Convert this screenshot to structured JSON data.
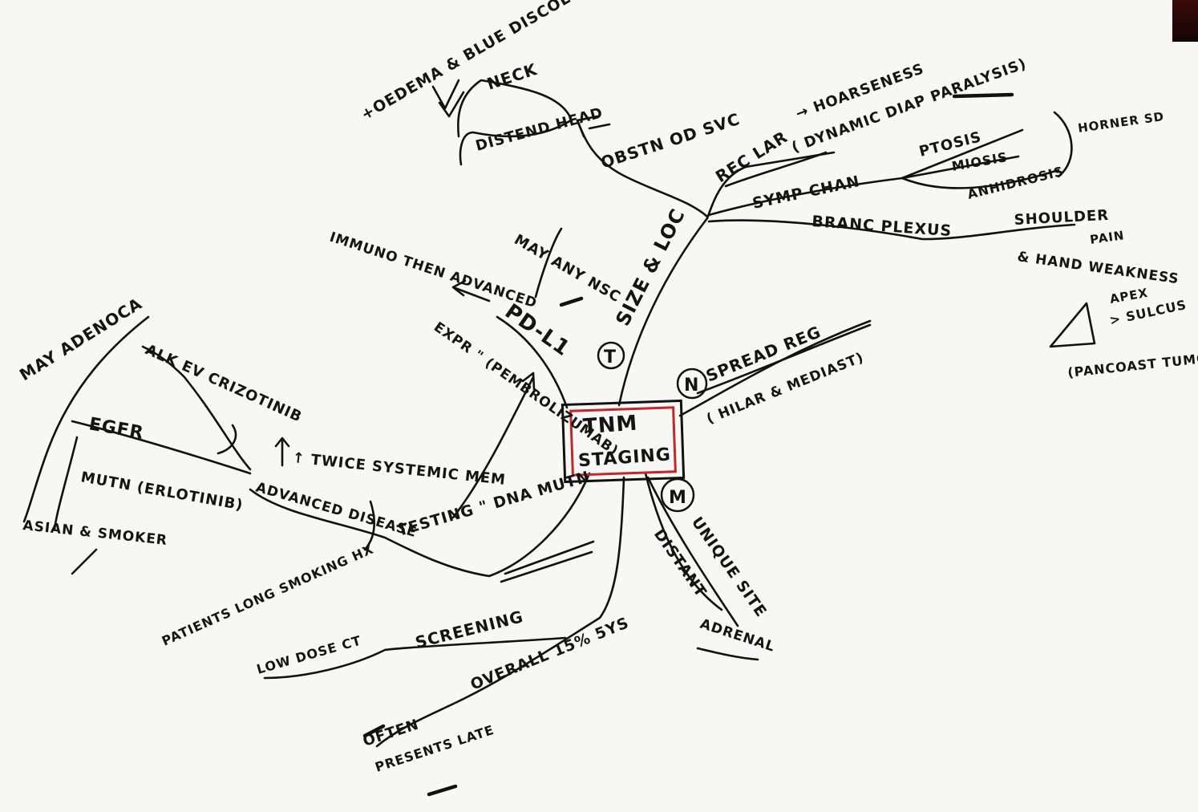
{
  "diagram": {
    "center": {
      "line1": "TNM",
      "line2": "STAGING"
    },
    "t_branch": {
      "marker": "T",
      "label": "SIZE & LOC",
      "svc": {
        "title": "OBSTN OD SVC",
        "distend": "DISTEND HEAD",
        "neck": "NECK",
        "oedema": "+OEDEMA & BLUE DISCOLORAN ARM/ FACE"
      },
      "rec_lar": {
        "title": "REC LAR",
        "arrow_text": "→ HOARSENESS",
        "paren": "( DYNAMIC DIAP PARALYSIS)"
      },
      "symp_chan": {
        "title": "SYMP CHAN",
        "ptosis": "PTOSIS",
        "miosis": "MIOSIS",
        "anhidrosis": "ANHIDROSIS",
        "horner": "HORNER SD"
      },
      "brach": {
        "title": "BRANC PLEXUS",
        "shoulder": "SHOULDER",
        "pain": "PAIN",
        "hand": "& HAND WEAKNESS",
        "apex": "APEX",
        "sulcus": "> SULCUS",
        "pancoast": "(PANCOAST TUMOR)"
      }
    },
    "n_branch": {
      "marker": "N",
      "label": "SPREAD REG",
      "sub": "( HILAR & MEDIAST)"
    },
    "m_branch": {
      "marker": "M",
      "unique": "UNIQUE SITE",
      "distant": "DISTANT",
      "adrenal": "ADRENAL"
    },
    "pdl1_branch": {
      "label": "PD-L1",
      "expr": "EXPR \" (PEMBROLIZUMAB)",
      "nsc": "MAY ANY NSC",
      "immuno": "IMMUNO THEN ADVANCED"
    },
    "advanced_branch": {
      "testing": "TESTING \" DNA MUTN",
      "advanced": "ADVANCED DISEASE",
      "twice": "↑ TWICE SYSTEMIC MEM",
      "alk": "ALK EV CRIZOTINIB",
      "egfr": "EGFR",
      "mutn": "MUTN (ERLOTINIB)",
      "adenoca": "MAY ADENOCA",
      "asian": "ASIAN & SMOKER"
    },
    "screening_branch": {
      "screening": "SCREENING",
      "patients": "PATIENTS LONG SMOKING HX",
      "lowdose": "LOW DOSE CT",
      "overall": "OVERALL 15% 5YS",
      "often": "OFTEN",
      "presents": "PRESENTS LATE"
    }
  },
  "colors": {
    "ink": "#111111",
    "accent": "#c0282a",
    "paper": "#f7f7f5"
  }
}
